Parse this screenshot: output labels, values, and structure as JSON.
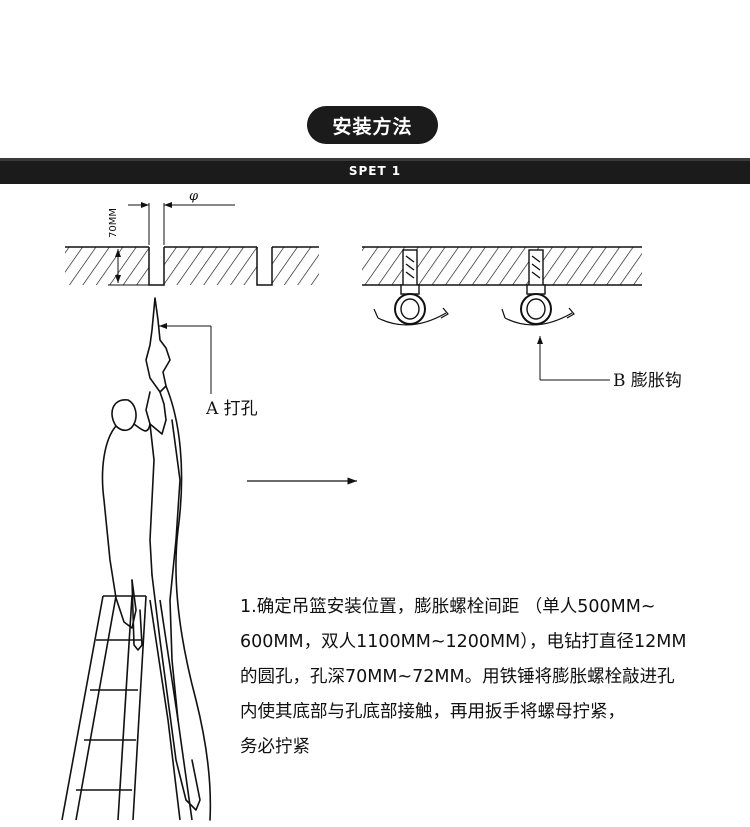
{
  "header": {
    "title": "安装方法",
    "step_label": "SPET 1"
  },
  "diagram": {
    "dim_depth": "70MM",
    "dim_diameter": "φ",
    "callout_a": "A 打孔",
    "callout_b": "B 膨胀钩"
  },
  "instructions": {
    "lines": [
      "1.确定吊篮安装位置，膨胀螺栓间距 （单人500MM~",
      "600MM，双人1100MM~1200MM），电钻打直径12MM",
      "的圆孔，孔深70MM~72MM。用铁锤将膨胀螺栓敲进孔",
      "内使其底部与孔底部接触，再用扳手将螺母拧紧，",
      "务必拧紧"
    ]
  }
}
